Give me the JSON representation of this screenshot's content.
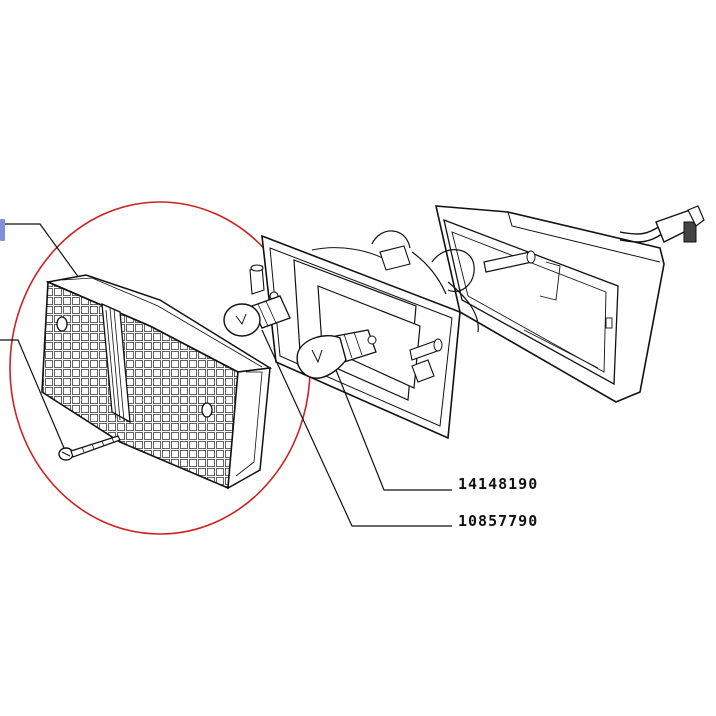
{
  "diagram": {
    "parts": [
      {
        "id": "bulb-large",
        "number": "14148190"
      },
      {
        "id": "bulb-small",
        "number": "10857790"
      }
    ],
    "colors": {
      "line": "#111111",
      "highlight": "#cc2222",
      "marker": "#7f8fd8",
      "background": "#ffffff"
    }
  }
}
